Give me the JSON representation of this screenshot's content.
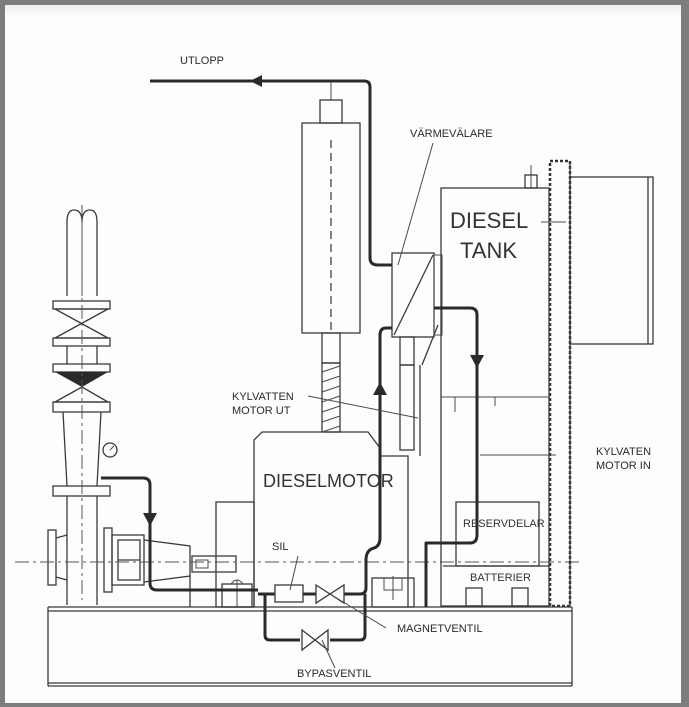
{
  "diagram": {
    "type": "engineering schematic",
    "subject": "diesel-driven pump unit",
    "labels": {
      "outlet": "UTLOPP",
      "heat_exchanger": "VÄRMEVÄLARE",
      "diesel_tank_line1": "DIESEL",
      "diesel_tank_line2": "TANK",
      "coolant_out_line1": "KYLVATTEN",
      "coolant_out_line2": "MOTOR UT",
      "diesel_engine": "DIESELMOTOR",
      "coolant_in_line1": "KYLVATEN",
      "coolant_in_line2": "MOTOR IN",
      "spare_parts": "RESERVDELAR",
      "batteries": "BATTERIER",
      "strainer": "SIL",
      "solenoid_valve": "MAGNETVENTIL",
      "bypass_valve": "BYPASVENTIL"
    },
    "components": [
      "vertical pump column with gate valve and check valve",
      "pressure gauge",
      "centrifugal pump",
      "coupling",
      "diesel engine",
      "exhaust silencer",
      "heat exchanger",
      "diesel tank",
      "spare parts box",
      "batteries",
      "strainer",
      "solenoid valve",
      "bypass valve",
      "base frame"
    ],
    "flow_directions": [
      "pump discharge → down to strainer line",
      "heat exchanger → UTLOPP (left)",
      "engine coolant up to heat exchanger",
      "heat exchanger → down to tank area"
    ]
  }
}
